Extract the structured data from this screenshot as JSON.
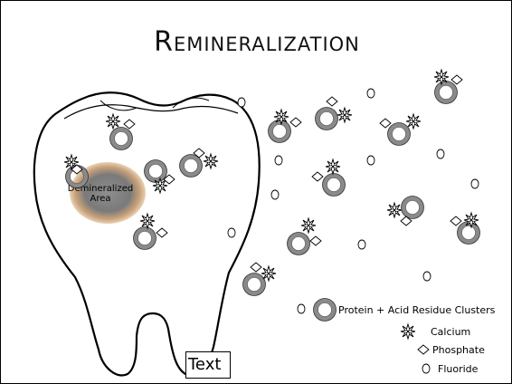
{
  "title": "Remineralization",
  "area_label": {
    "line1": "Demineralized",
    "line2": "Area"
  },
  "legend": {
    "protein": "Protein + Acid Residue Clusters",
    "calcium": "Calcium",
    "phosphate": "Phosphate",
    "fluoride": "Fluoride"
  },
  "textbox": "Text",
  "icons": {
    "protein": "gray-ring-icon",
    "calcium": "starburst-icon",
    "phosphate": "diamond-icon",
    "fluoride": "small-circle-icon"
  }
}
